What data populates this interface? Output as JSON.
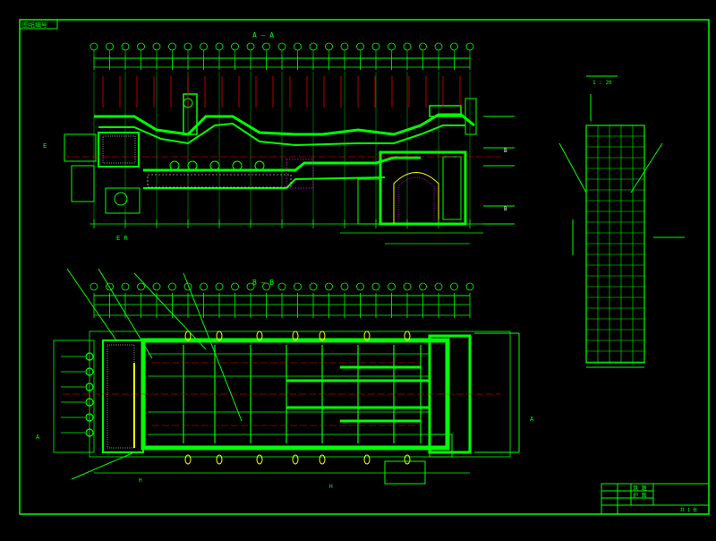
{
  "drawing": {
    "corner_tag": "图纸编号",
    "section_a_title": "A — A",
    "section_b_title": "B — B",
    "detail_scale": "1 : 20",
    "labels": {
      "ref_e": "E",
      "ref_h": "H",
      "ref_a": "A",
      "ref_b": "B",
      "note_left": "E  R"
    }
  },
  "colors": {
    "background": "#000000",
    "primary": "#00ff00",
    "secondary": "#00ffff",
    "accent_red": "#ff0000",
    "accent_yellow": "#ffff00",
    "accent_white": "#ffffff",
    "accent_magenta": "#ff00ff"
  },
  "title_block": {
    "row1": "筑 路",
    "row2": "炉 图",
    "sheet": "共 1 张"
  }
}
